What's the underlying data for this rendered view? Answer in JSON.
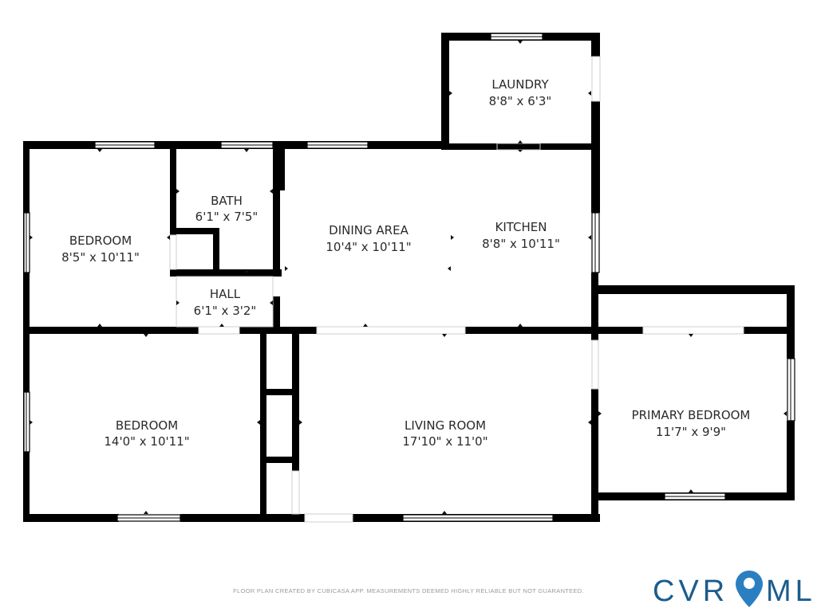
{
  "rooms": [
    {
      "name": "LAUNDRY",
      "dims": "8'8\" x 6'3\""
    },
    {
      "name": "BATH",
      "dims": "6'1\" x 7'5\""
    },
    {
      "name": "BEDROOM",
      "dims": "8'5\" x 10'11\""
    },
    {
      "name": "DINING AREA",
      "dims": "10'4\" x 10'11\""
    },
    {
      "name": "KITCHEN",
      "dims": "8'8\" x 10'11\""
    },
    {
      "name": "HALL",
      "dims": "6'1\" x 3'2\""
    },
    {
      "name": "BEDROOM",
      "dims": "14'0\" x 10'11\""
    },
    {
      "name": "LIVING ROOM",
      "dims": "17'10\" x 11'0\""
    },
    {
      "name": "PRIMARY BEDROOM",
      "dims": "11'7\" x 9'9\""
    }
  ],
  "footer_text": "FLOOR PLAN CREATED BY CUBICASA APP. MEASUREMENTS DEEMED HIGHLY RELIABLE BUT NOT GUARANTEED.",
  "brand": {
    "text_left": "CVR",
    "text_right": "MLS",
    "color": "#1c5c8c",
    "pin_icon": "map-pin-icon"
  },
  "colors": {
    "wall": "#000000",
    "window": "#ffffff",
    "background": "#ffffff"
  }
}
